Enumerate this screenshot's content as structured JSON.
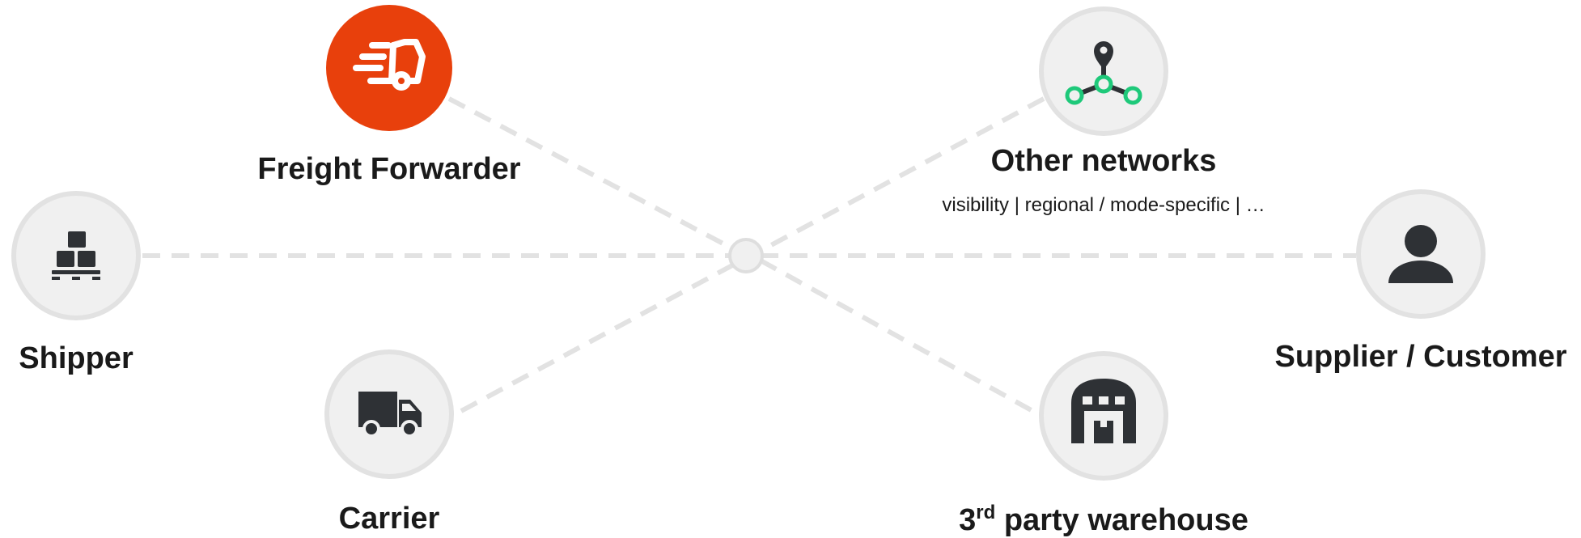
{
  "nodes": {
    "freight_forwarder": {
      "label": "Freight Forwarder",
      "icon": "fast-truck-icon",
      "color": "#e8400c"
    },
    "shipper": {
      "label": "Shipper",
      "icon": "pallet-boxes-icon"
    },
    "carrier": {
      "label": "Carrier",
      "icon": "truck-icon"
    },
    "other_networks": {
      "label": "Other networks",
      "subtitle": "visibility | regional / mode-specific | …",
      "icon": "network-pin-icon",
      "icon_accent": "#1ec97a"
    },
    "supplier_customer": {
      "label": "Supplier / Customer",
      "icon": "person-icon"
    },
    "warehouse": {
      "label_sup": "3",
      "label_sup_text": "rd",
      "label_rest": " party warehouse",
      "icon": "warehouse-icon"
    }
  },
  "hub": {
    "icon": "hub-node"
  }
}
